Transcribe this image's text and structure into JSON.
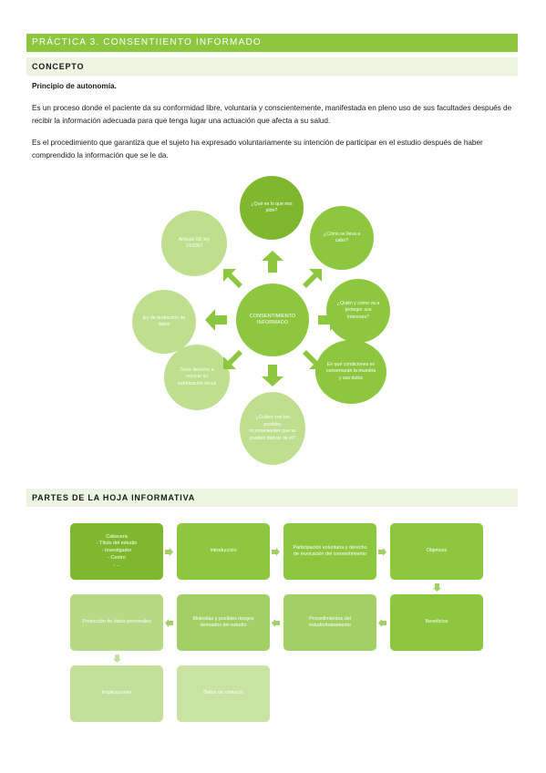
{
  "header": {
    "title": "PRÁCTICA 3. CONSENTIIENTO INFORMADO"
  },
  "concepto": {
    "heading": "CONCEPTO",
    "subheading": "Principio de autonomía.",
    "para1": "Es un proceso donde el paciente da su conformidad libre, voluntaria y conscientemente, manifestada en pleno uso de sus facultades después de recibir la información adecuada para que tenga lugar una actuación que afecta a su salud.",
    "para2": "Es el procedimiento que garantiza que el sujeto ha expresado voluntariamente su intención de participar en el estudio después de haber comprendido la información que se le da."
  },
  "diagram": {
    "center": "CONSENTIMIENTO INFORMADO",
    "top": "¿Qué es lo que nos pide?",
    "top_right": "¿Cómo se lleva a cabo?",
    "right": "¿Quién y cómo va a proteger sus intereses?",
    "bottom_right": "En qué condiciones se conservarán la muestra y sus datos",
    "bottom": "¿Cuáles son los posibles inconvenientes que se pueden derivar de él?",
    "bottom_left": "Tiene derecho a revocar su autorización inicial",
    "left": "ley de protección de datos",
    "top_left": "Artículo 59, ley 14/2007",
    "colors": {
      "dark": "#7fb72f",
      "mid": "#8dc63f",
      "light": "#bfdf8e",
      "arrow": "#8dc63f"
    }
  },
  "partes": {
    "heading": "PARTES DE LA HOJA INFORMATIVA",
    "cabecera": {
      "title": "Cabecera",
      "items": [
        "- Título del estudio",
        "- Investigador",
        "- Centro",
        "- ..."
      ]
    },
    "boxes": {
      "introduccion": "Introducción",
      "participacion": "Participación voluntaria y derecho de revocación del consentimiento",
      "objetivos": "Objetivos",
      "beneficios": "Beneficios",
      "procedimientos": "Procedimientos del estudio/tratamiento",
      "molestias": "Molestias y posibles riesgos derivados del estudio",
      "proteccion": "Protección de datos personales",
      "implicaciones": "Implicaciones",
      "contacto": "Datos de contacto"
    }
  }
}
